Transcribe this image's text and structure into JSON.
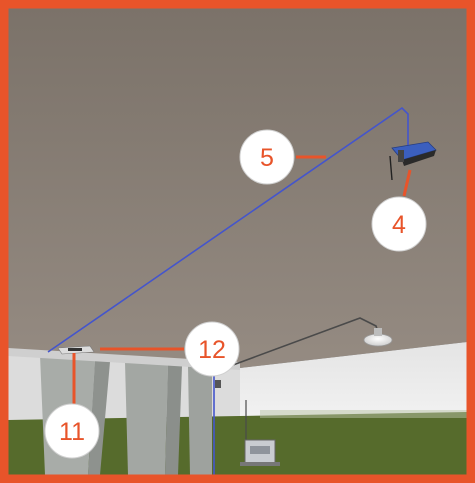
{
  "colors": {
    "frame": "#e8542a",
    "ceiling": "#8b8177",
    "cable_blue": "#4455cc",
    "cable_dark": "#4a4a4a",
    "callout_text": "#e8542a",
    "floor": "#566b2c"
  },
  "callouts": [
    {
      "id": "c5",
      "label": "5"
    },
    {
      "id": "c4",
      "label": "4"
    },
    {
      "id": "c12",
      "label": "12"
    },
    {
      "id": "c11",
      "label": "11"
    }
  ],
  "icons": [
    "antenna-router-icon",
    "ceiling-light-icon",
    "ceiling-vent-icon",
    "wall-unit-icon"
  ]
}
